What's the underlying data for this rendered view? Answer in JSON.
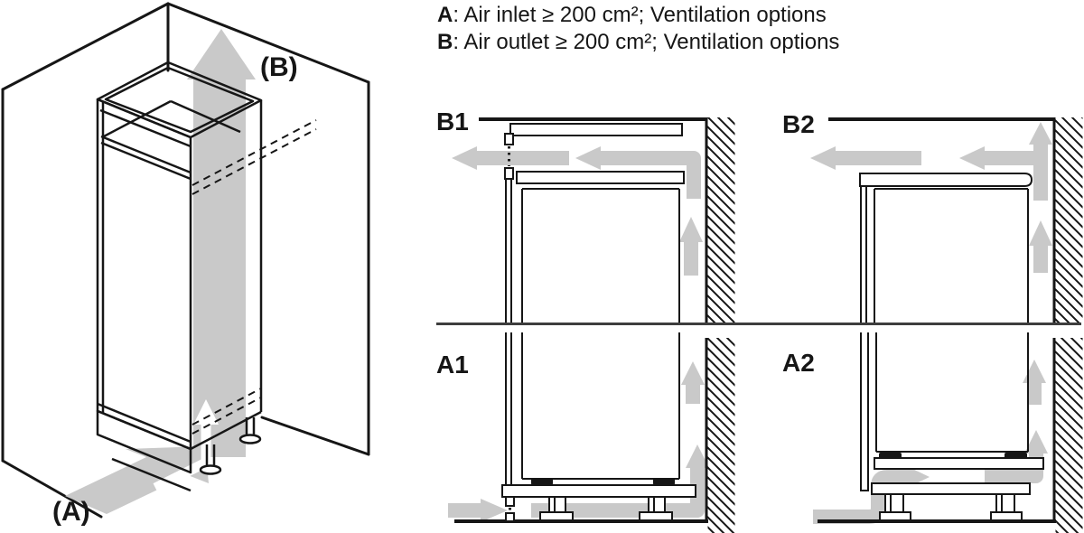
{
  "header": {
    "lines": [
      {
        "prefix": "A",
        "text": ": Air inlet ≥ 200 cm²; Ventilation options"
      },
      {
        "prefix": "B",
        "text": ": Air outlet ≥ 200 cm²; Ventilation options"
      }
    ]
  },
  "overview": {
    "outlet_label": "(B)",
    "inlet_label": "(A)"
  },
  "panels": {
    "b1": {
      "label": "B1"
    },
    "b2": {
      "label": "B2"
    },
    "a1": {
      "label": "A1"
    },
    "a2": {
      "label": "A2"
    }
  },
  "colors": {
    "line": "#161616",
    "arrow": "#c9c9c9",
    "divider": "#3d3d3d",
    "background": "#ffffff"
  }
}
